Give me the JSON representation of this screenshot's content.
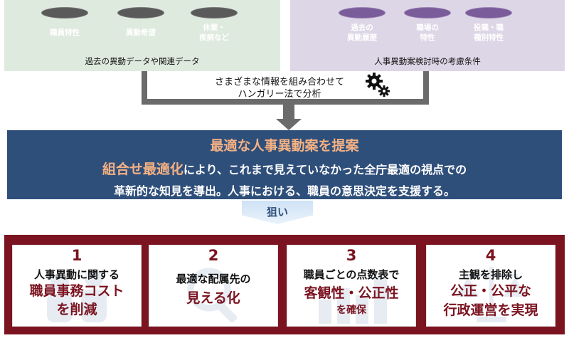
{
  "sources": {
    "left": {
      "items": [
        "職員特性",
        "異動希望",
        "休業・\n疾病など"
      ],
      "caption": "過去の異動データや関連データ"
    },
    "right": {
      "items": [
        "過去の\n異動履歴",
        "職場の\n特性",
        "役職・職\n種別特性"
      ],
      "caption": "人事異動案検討時の考慮条件"
    }
  },
  "merge": {
    "text": "さまざまな情報を組み合わせて\nハンガリー法で分析",
    "icon": "gears-icon"
  },
  "proposal": {
    "title": "最適な人事異動案を提案",
    "highlight": "組合せ最適化",
    "line1_rest": "により、これまで見えていなかった全庁最適の視点での",
    "line2": "革新的な知見を導出。人事における、職員の意思決定を支援する。"
  },
  "aim_label": "狙い",
  "aims": [
    {
      "number": "1",
      "line1": "人事異動に関する",
      "line2": "職員事務コスト\nを削減",
      "icon": "people-icon"
    },
    {
      "number": "2",
      "line1": "最適な配属先の",
      "line2": "見える化",
      "icon": "magnifier-icon"
    },
    {
      "number": "3",
      "line1": "職員ごとの点数表で",
      "line2": "客観性・公正性",
      "line3": "を確保",
      "icon": "chart-icon"
    },
    {
      "number": "4",
      "line1": "主観を排除し",
      "line2": "公正・公平な\n行政運営を実現",
      "icon": "balance-icon"
    }
  ],
  "colors": {
    "left_panel": "#dfeadf",
    "right_panel": "#ddd6e6",
    "banner": "#2f4f7b",
    "accent_orange": "#f4b183",
    "aims_background": "#7b1420",
    "connector": "#6b6b6b"
  }
}
